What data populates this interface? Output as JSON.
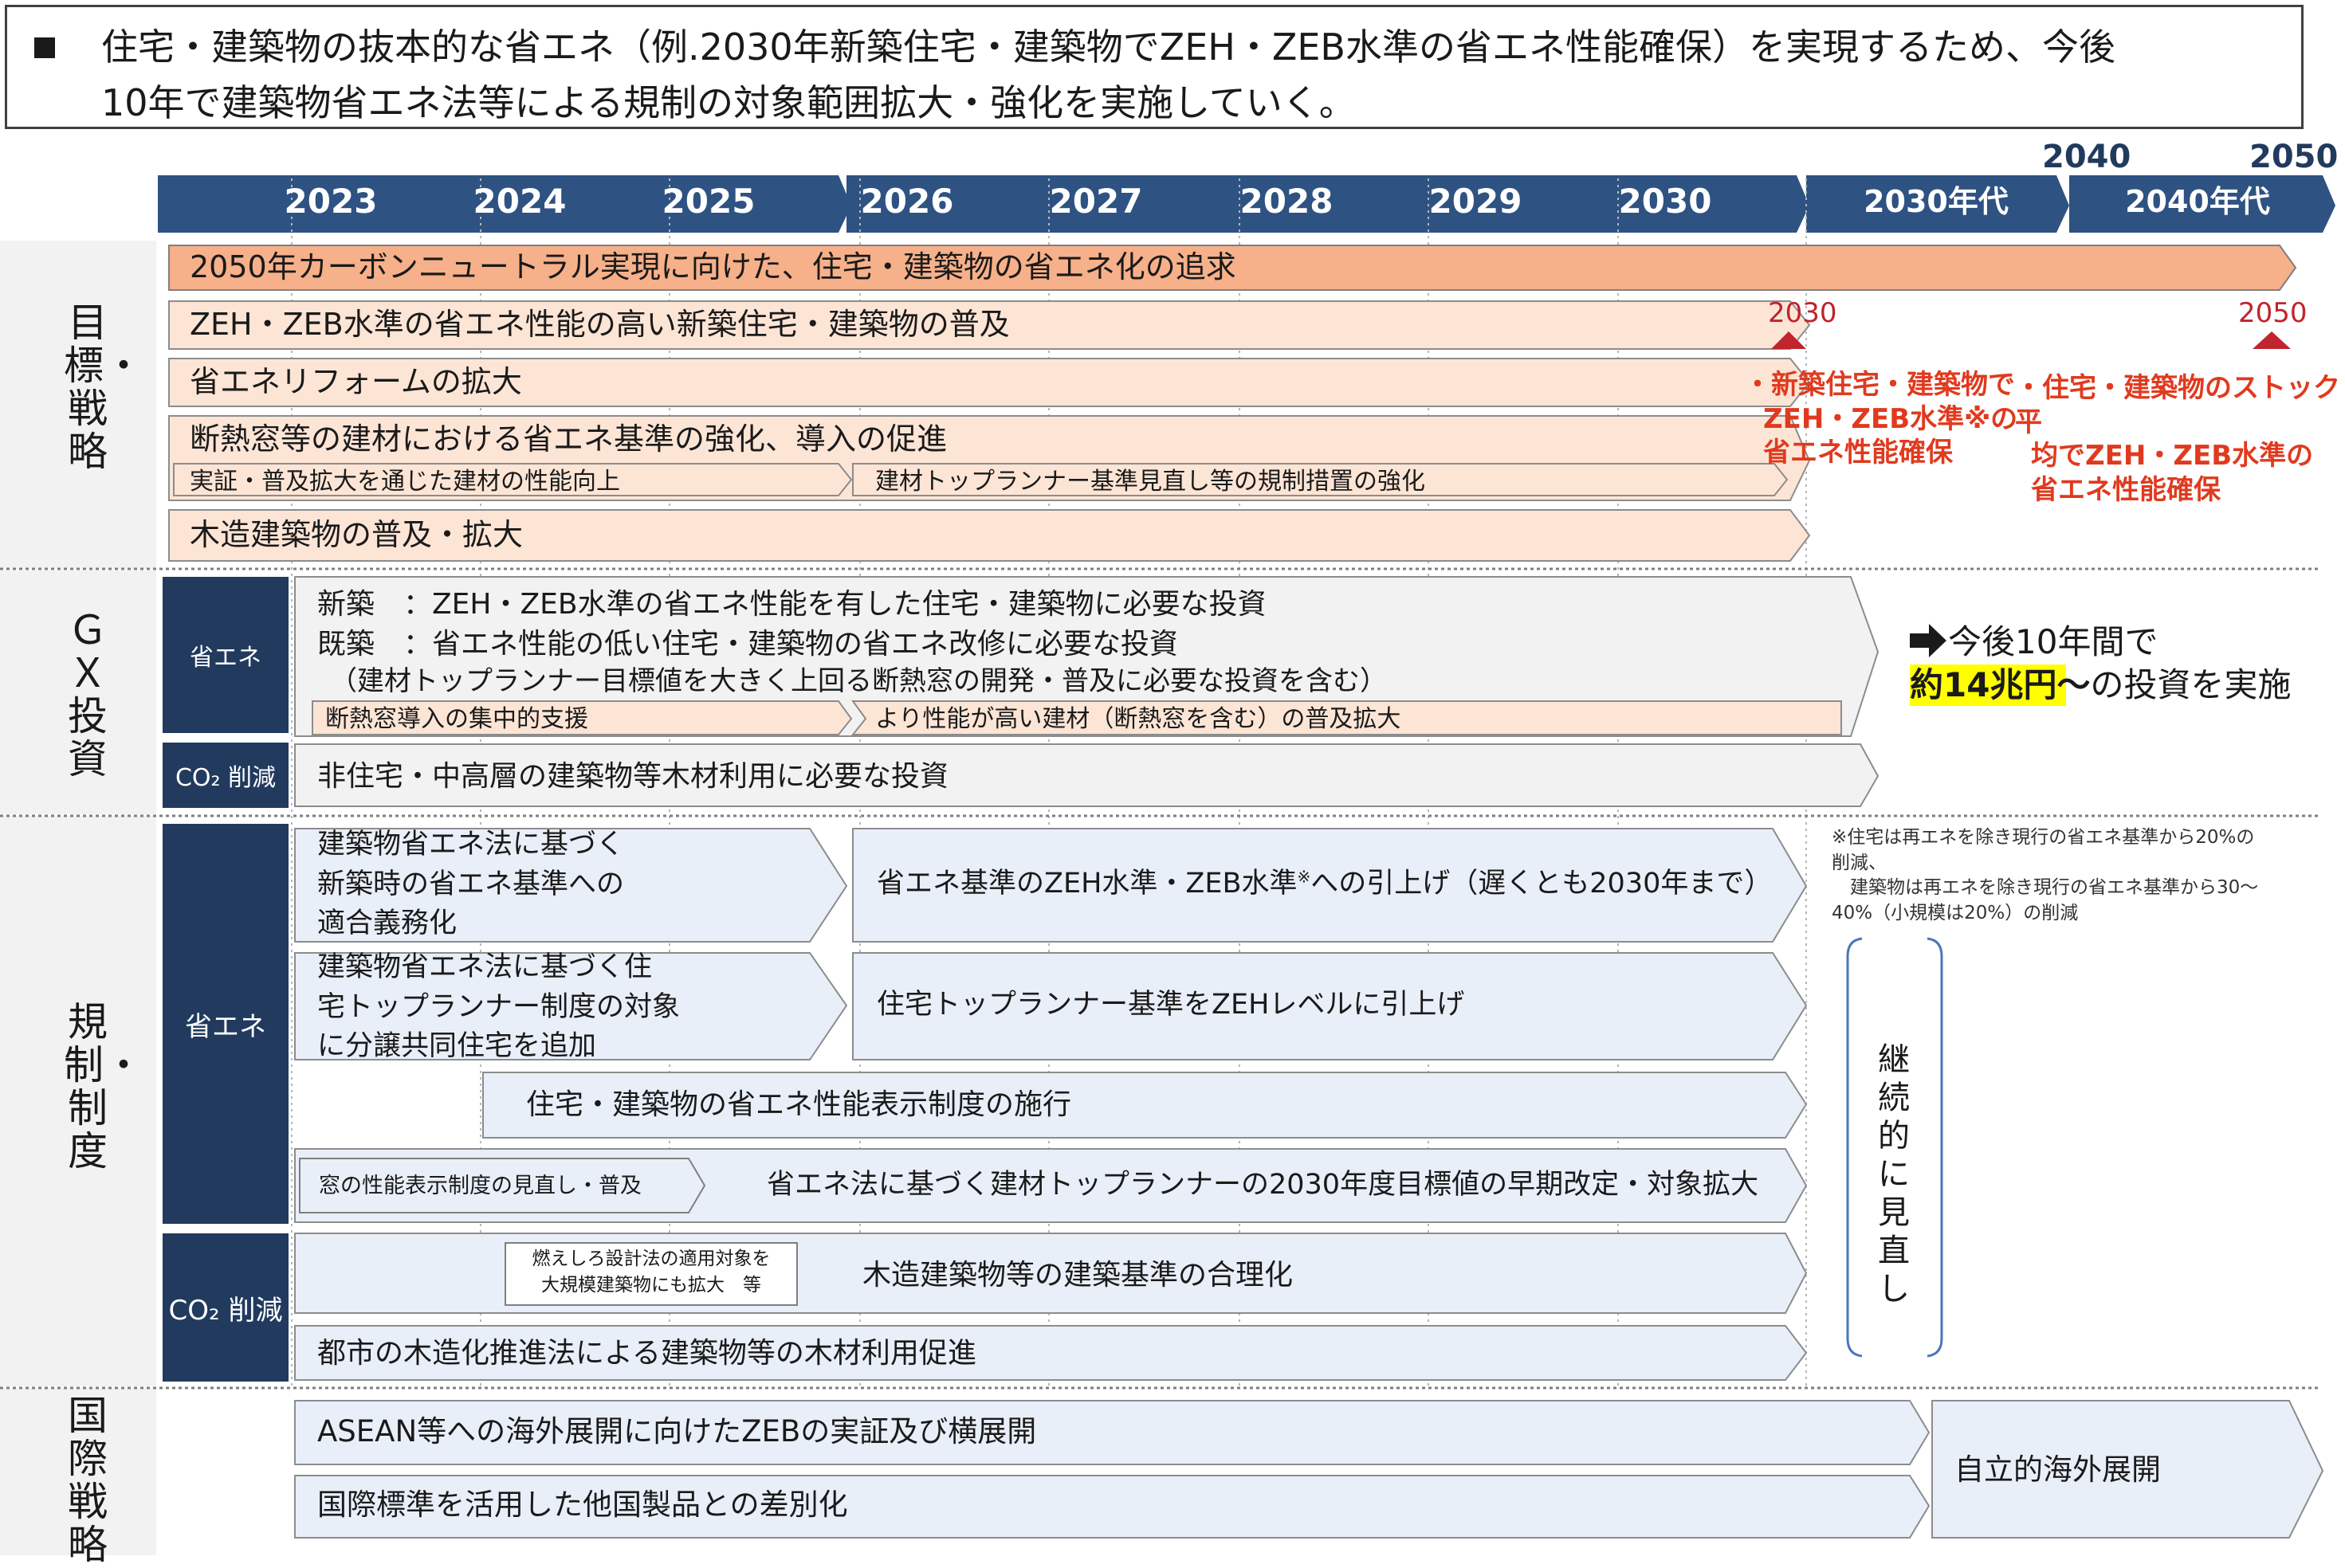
{
  "header": {
    "line1": "住宅・建築物の抜本的な省エネ（例.2030年新築住宅・建築物でZEH・ZEB水準の省エネ性能確保）を実現するため、今後",
    "line2": "10年で建築物省エネ法等による規制の対象範囲拡大・強化を実施していく。"
  },
  "timeline": {
    "years": [
      "2023",
      "2024",
      "2025",
      "2026",
      "2027",
      "2028",
      "2029",
      "2030"
    ],
    "decades": [
      "2030年代",
      "2040年代"
    ],
    "top_year_2040": "2040",
    "top_year_2050": "2050"
  },
  "sections": {
    "goals": {
      "label": "目標・戦略"
    },
    "gx": {
      "label": "ＧＸ投資"
    },
    "regulation": {
      "label": "規制・制度"
    },
    "intl": {
      "label": "国際戦略"
    }
  },
  "side_labels": {
    "gx_shoene": "省エネ",
    "gx_co2": "CO₂ 削減",
    "reg_shoene": "省エネ",
    "reg_co2": "CO₂ 削減"
  },
  "goals": {
    "bar1": "2050年カーボンニュートラル実現に向けた、住宅・建築物の省エネ化の追求",
    "bar2": "ZEH・ZEB水準の省エネ性能の高い新築住宅・建築物の普及",
    "bar3": "省エネリフォームの拡大",
    "bar4": "断熱窓等の建材における省エネ基準の強化、導入の促進",
    "bar4a": "実証・普及拡大を通じた建材の性能向上",
    "bar4b": "建材トップランナー基準見直し等の規制措置の強化",
    "bar5": "木造建築物の普及・拡大",
    "marker_2030": "2030",
    "marker_2050": "2050",
    "target_2030": [
      "・新築住宅・建築物で",
      "ZEH・ZEB水準※の",
      "省エネ性能確保"
    ],
    "target_2050": [
      "・住宅・建築物のストック平",
      "均でZEH・ZEB水準の",
      "省エネ性能確保"
    ]
  },
  "gx": {
    "line1": "新築　：ZEH・ZEB水準の省エネ性能を有した住宅・建築物に必要な投資",
    "line2": "既築　：省エネ性能の低い住宅・建築物の省エネ改修に必要な投資",
    "line3": "（建材トップランナー目標値を大きく上回る断熱窓の開発・普及に必要な投資を含む）",
    "sub_a": "断熱窓導入の集中的支援",
    "sub_b": "より性能が高い建材（断熱窓を含む）の普及拡大",
    "co2_bar": "非住宅・中高層の建築物等木材利用に必要な投資",
    "result_line1": "今後10年間で",
    "result_highlight": "約14兆円～",
    "result_line2_rest": "の投資を実施"
  },
  "regulation": {
    "r1_left": [
      "建築物省エネ法に基づく",
      "新築時の省エネ基準への",
      "適合義務化"
    ],
    "r1_right_pre": "省エネ基準のZEH水準・ZEB水準",
    "r1_right_sup": "※",
    "r1_right_post": "への引上げ（遅くとも2030年まで）",
    "r2_left": [
      "建築物省エネ法に基づく住",
      "宅トップランナー制度の対象",
      "に分譲共同住宅を追加"
    ],
    "r2_right": "住宅トップランナー基準をZEHレベルに引上げ",
    "r3": "住宅・建築物の省エネ性能表示制度の施行",
    "r4_small": "窓の性能表示制度の見直し・普及",
    "r4_main": "省エネ法に基づく建材トップランナーの2030年度目標値の早期改定・対象拡大",
    "r5_small": [
      "燃えしろ設計法の適用対象を",
      "大規模建築物にも拡大　等"
    ],
    "r5_main": "木造建築物等の建築基準の合理化",
    "r6": "都市の木造化推進法による建築物等の木材利用促進",
    "note": [
      "※住宅は再エネを除き現行の省エネ基準から20%の",
      "削減、",
      "　建築物は再エネを除き現行の省エネ基準から30～",
      "40%（小規模は20%）の削減"
    ],
    "continuous": "継続的に見直し"
  },
  "intl": {
    "bar1": "ASEAN等への海外展開に向けたZEBの実証及び横展開",
    "bar2": "国際標準を活用した他国製品との差別化",
    "bar3": "自立的海外展開"
  },
  "colors": {
    "navy": "#213a5e",
    "year_bar": "#2e5282",
    "orange_dark": "#f6b08a",
    "orange_light": "#fde5d6",
    "blue_light": "#e9eff9",
    "gray_light": "#f2f2f2",
    "red": "#e03a1e",
    "yellow": "#ffff00",
    "marker_red": "#c0242c"
  }
}
